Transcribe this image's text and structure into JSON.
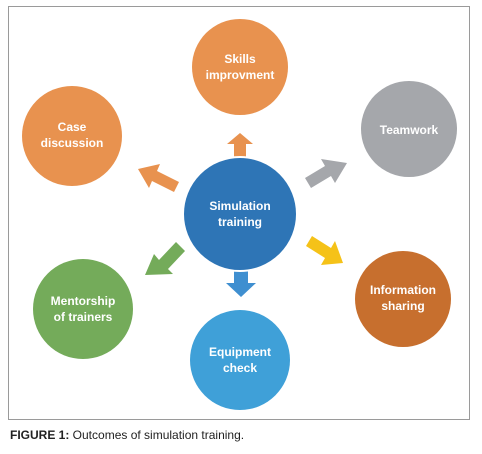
{
  "diagram": {
    "center": {
      "label_lines": [
        "Simulation",
        "training"
      ],
      "color": "#2E75B6"
    },
    "nodes": [
      {
        "id": "skills",
        "label_lines": [
          "Skills",
          "improvment"
        ],
        "color": "#E8924F",
        "arrow_color": "#E8924F"
      },
      {
        "id": "teamwork",
        "label_lines": [
          "Teamwork"
        ],
        "color": "#A5A7AB",
        "arrow_color": "#A5A7AB"
      },
      {
        "id": "information",
        "label_lines": [
          "Information",
          "sharing"
        ],
        "color": "#C76F2E",
        "arrow_color": "#F5C218"
      },
      {
        "id": "equipment",
        "label_lines": [
          "Equipment",
          "check"
        ],
        "color": "#3FA0D8",
        "arrow_color": "#3F8FD0"
      },
      {
        "id": "mentorship",
        "label_lines": [
          "Mentorship",
          "of trainers"
        ],
        "color": "#74AB5A",
        "arrow_color": "#74AB5A"
      },
      {
        "id": "case",
        "label_lines": [
          "Case",
          "discussion"
        ],
        "color": "#E8924F",
        "arrow_color": "#E8924F"
      }
    ]
  },
  "caption": {
    "label": "FIGURE 1:",
    "text": " Outcomes of simulation training."
  }
}
